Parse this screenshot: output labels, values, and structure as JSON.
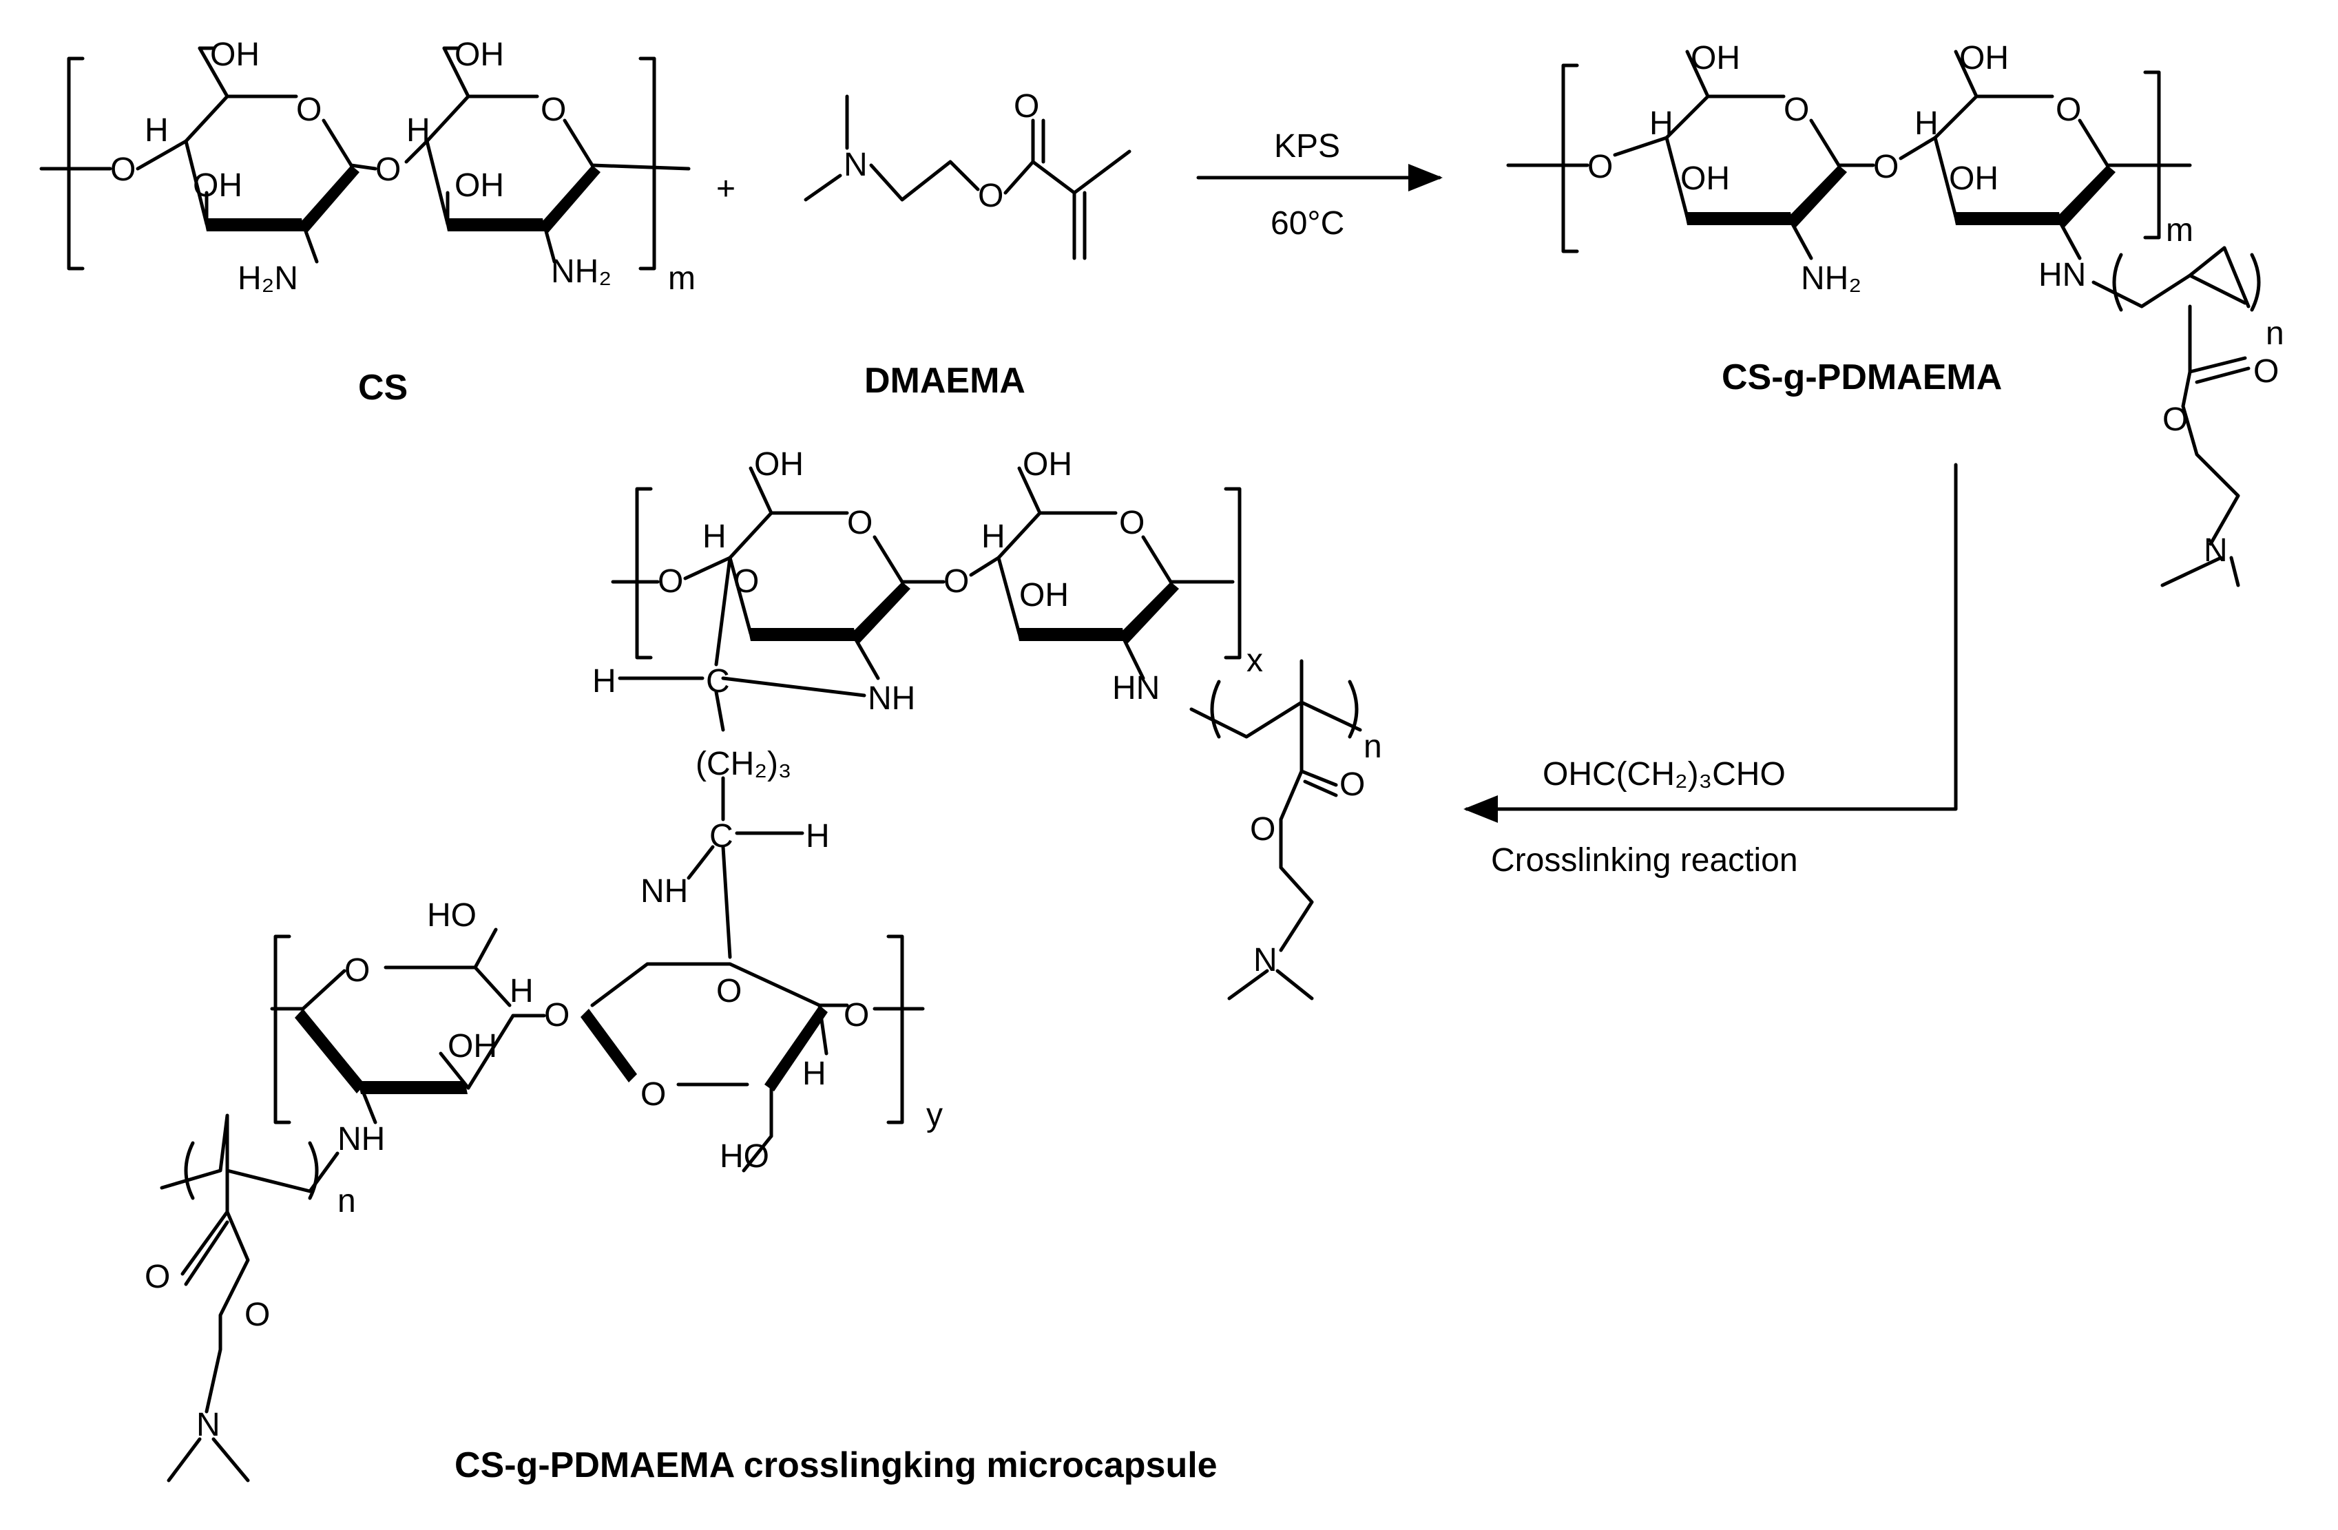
{
  "compounds": {
    "cs": {
      "name": "CS",
      "oh_1": "OH",
      "oh_2": "OH",
      "oh_3": "OH",
      "oh_4": "OH",
      "h_1": "H",
      "h_2": "H",
      "o_ring_1": "O",
      "o_ring_2": "O",
      "o_link_1": "O",
      "o_link_2": "O",
      "amine_1": "H₂N",
      "amine_2": "NH₂",
      "repeat": "m"
    },
    "dmaema": {
      "name": "DMAEMA",
      "n": "N",
      "o_ester": "O",
      "o_carbonyl": "O"
    },
    "cs_g_pdmaema": {
      "name": "CS-g-PDMAEMA",
      "oh_1": "OH",
      "oh_2": "OH",
      "oh_3": "OH",
      "oh_4": "OH",
      "h_1": "H",
      "h_2": "H",
      "o_ring_1": "O",
      "o_ring_2": "O",
      "o_link_1": "O",
      "o_link_2": "O",
      "amine": "NH₂",
      "hn": "HN",
      "repeat_m": "m",
      "repeat_n": "n",
      "o_carbonyl": "O",
      "o_ester": "O",
      "n_amine": "N"
    },
    "microcapsule": {
      "name": "CS-g-PDMAEMA crosslingking microcapsule",
      "top_oh_1": "OH",
      "top_oh_2": "OH",
      "top_oh_3": "OH",
      "top_h_1": "H",
      "top_h_2": "H",
      "top_o_1": "O",
      "top_o_2": "O",
      "top_o_3": "O",
      "top_o_4": "O",
      "top_o_5": "O",
      "top_nh": "NH",
      "top_hn": "HN",
      "repeat_x": "x",
      "repeat_n_top": "n",
      "top_o_carbonyl": "O",
      "top_o_ester": "O",
      "top_n": "N",
      "c_upper": "C",
      "h_upper": "H",
      "linker": "(CH₂)₃",
      "c_lower": "C",
      "h_lower": "H",
      "nh_lower": "NH",
      "bottom_ho_1": "HO",
      "bottom_ho_2": "HO",
      "bottom_oh": "OH",
      "bottom_h_1": "H",
      "bottom_h_2": "H",
      "bottom_o_1": "O",
      "bottom_o_2": "O",
      "bottom_o_3": "O",
      "bottom_o_4": "O",
      "bottom_o_5": "O",
      "bottom_nh": "NH",
      "repeat_y": "y",
      "repeat_n_bottom": "n",
      "bottom_o_carbonyl": "O",
      "bottom_o_ester": "O",
      "bottom_n": "N"
    }
  },
  "reactions": {
    "grafting": {
      "reagent": "KPS",
      "condition": "60°C"
    },
    "crosslinking": {
      "reagent": "OHC(CH₂)₃CHO",
      "condition": "Crosslinking reaction"
    },
    "plus_sign": "+"
  }
}
